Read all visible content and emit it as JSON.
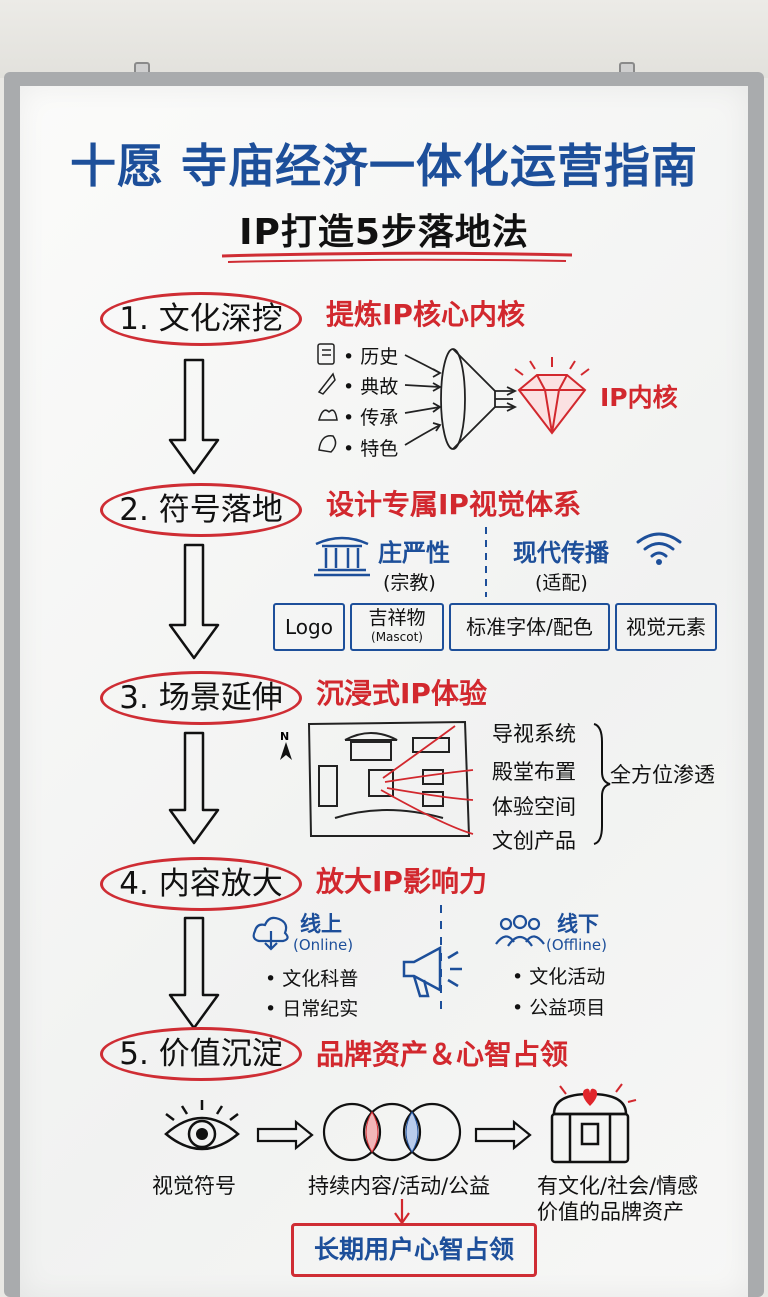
{
  "title": "十愿 寺庙经济一体化运营指南",
  "subtitle": "IP打造5步落地法",
  "colors": {
    "blue": "#1d4f9a",
    "red": "#d2282e",
    "ink": "#1b1b1b"
  },
  "steps": [
    {
      "label": "1. 文化深挖",
      "heading": "提炼IP核心内核",
      "items": [
        "• 历史",
        "• 典故",
        "• 传承",
        "• 特色"
      ],
      "item_icons": [
        "scroll-icon",
        "feather-icon",
        "hands-icon",
        "shell-icon"
      ],
      "result": "IP内核",
      "result_icon": "diamond-icon"
    },
    {
      "label": "2. 符号落地",
      "heading": "设计专属IP视觉体系",
      "left": {
        "title": "庄严性",
        "note": "(宗教)",
        "icon": "temple-icon"
      },
      "right": {
        "title": "现代传播",
        "note": "(适配)",
        "icon": "wifi-icon"
      },
      "boxes": [
        "Logo",
        "吉祥物",
        "(Mascot)",
        "标准字体/配色",
        "视觉元素"
      ]
    },
    {
      "label": "3. 场景延伸",
      "heading": "沉浸式IP体验",
      "map_icon": "temple-map-icon",
      "compass": "N",
      "items": [
        "导视系统",
        "殿堂布置",
        "体验空间",
        "文创产品"
      ],
      "summary": "全方位渗透"
    },
    {
      "label": "4. 内容放大",
      "heading": "放大IP影响力",
      "online": {
        "title": "线上",
        "en": "(Online)",
        "items": [
          "• 文化科普",
          "• 日常纪实"
        ],
        "icon": "cloud-icon"
      },
      "offline": {
        "title": "线下",
        "en": "(Offline)",
        "items": [
          "• 文化活动",
          "• 公益项目"
        ],
        "icon": "people-icon"
      },
      "center_icon": "megaphone-icon"
    },
    {
      "label": "5. 价值沉淀",
      "heading": "品牌资产＆心智占领",
      "flow": [
        "视觉符号",
        "持续内容/活动/公益",
        "有文化/社会/情感",
        "价值的品牌资产"
      ],
      "flow_icons": [
        "eye-icon",
        "venn-icon",
        "treasure-chest-icon"
      ],
      "final": "长期用户心智占领"
    }
  ]
}
